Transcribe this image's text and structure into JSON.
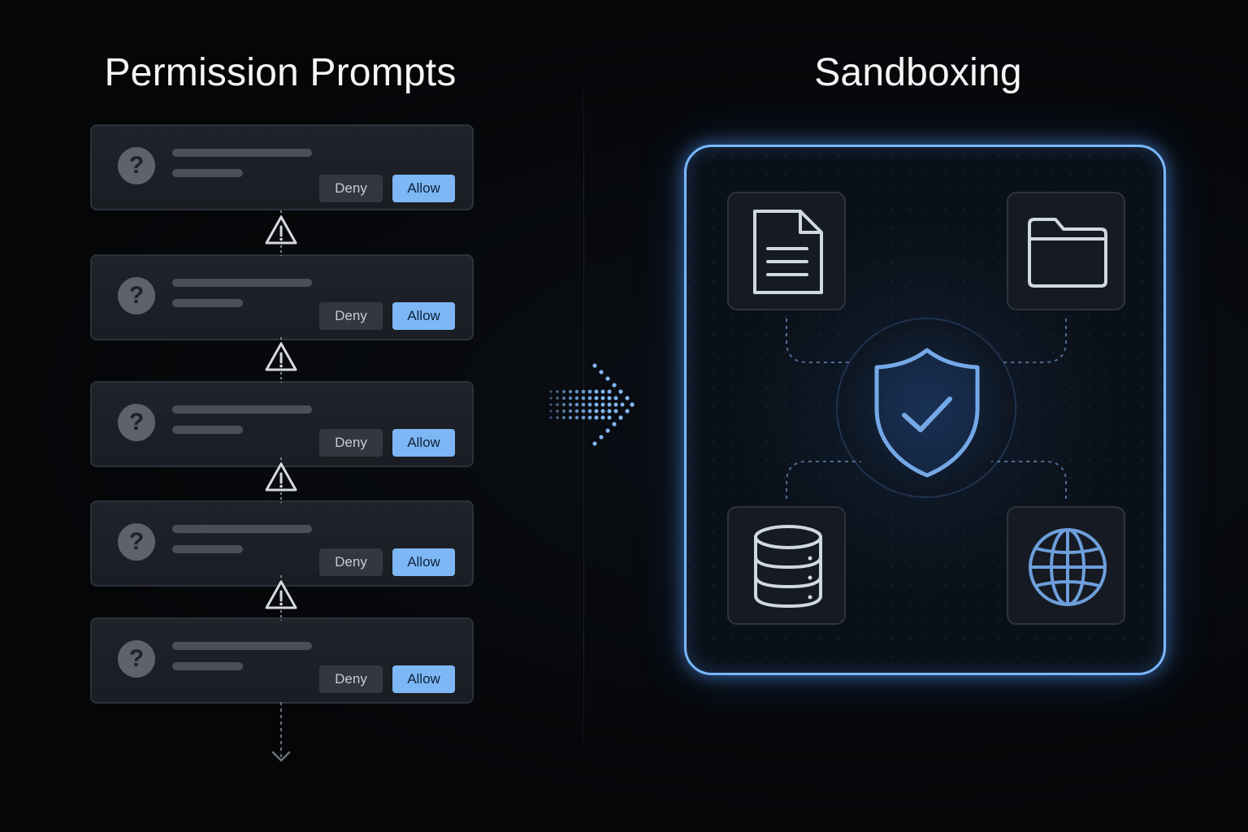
{
  "left_panel": {
    "title": "Permission Prompts",
    "prompts": [
      {
        "deny_label": "Deny",
        "allow_label": "Allow"
      },
      {
        "deny_label": "Deny",
        "allow_label": "Allow"
      },
      {
        "deny_label": "Deny",
        "allow_label": "Allow"
      },
      {
        "deny_label": "Deny",
        "allow_label": "Allow"
      },
      {
        "deny_label": "Deny",
        "allow_label": "Allow"
      }
    ],
    "prompt_icon": "question-icon",
    "connector_icon": "warning-icon",
    "end_icon": "arrow-down-icon"
  },
  "right_panel": {
    "title": "Sandboxing",
    "center_icon": "shield-check-icon",
    "resources": [
      "document-icon",
      "folder-icon",
      "database-icon",
      "globe-icon"
    ]
  },
  "transition_icon": "dotted-arrow-right-icon",
  "colors": {
    "background": "#050608",
    "card": "#1d2026",
    "allow": "#7db7f5",
    "deny": "#33373f",
    "sandbox_glow": "#7ab8ff",
    "icon_blue": "#6d9fdc",
    "icon_light": "#cfd8e3"
  }
}
